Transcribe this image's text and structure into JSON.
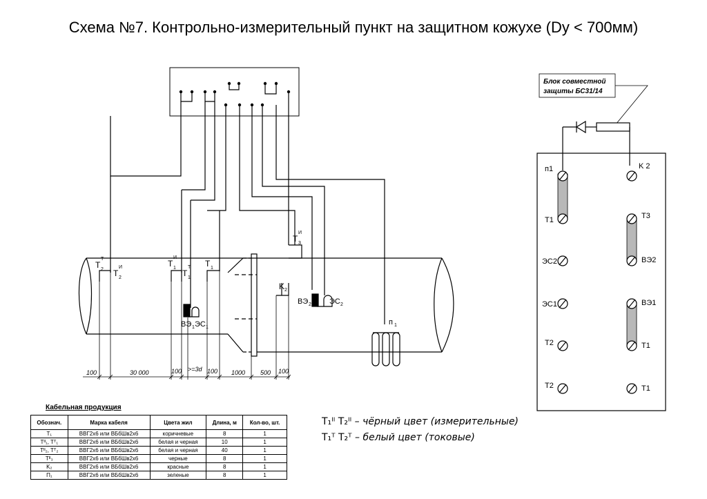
{
  "title": "Схема №7. Контрольно-измерительный пункт на защитном кожухе  (Dy < 700мм)",
  "block_label": [
    "Блок совместной",
    "защиты БС31/14"
  ],
  "pipe_labels": {
    "t2t": "T",
    "t2i": "T",
    "t1i": "T",
    "t1t": "T",
    "t1": "T",
    "t3": "T",
    "k2": "K",
    "vz1": "ВЭ",
    "es1": "ЭС",
    "vz2": "ВЭ",
    "es2": "ЭС",
    "p1": "п"
  },
  "dimensions": [
    "100",
    "30 000",
    "100",
    ">=3d",
    "100",
    "1000",
    "500",
    "100"
  ],
  "terminals_left": [
    "п1",
    "T1",
    "ЭС2",
    "ЭС1",
    "T2",
    "T2"
  ],
  "terminals_right": [
    "K 2",
    "T3",
    "ВЭ2",
    "ВЭ1",
    "T1",
    "T1"
  ],
  "cables": {
    "caption": "Кабельная продукция",
    "headers": [
      "Обознач.",
      "Марка кабеля",
      "Цвета жил",
      "Длина, м",
      "Кол-во, шт."
    ],
    "rows": [
      [
        "T₁",
        "ВВГ2х6 или ВБбШв2х6",
        "коричневые",
        "8",
        "1"
      ],
      [
        "Tᴵᴵ₁,  Tᵀ₁",
        "ВВГ2х6 или ВБбШв2х6",
        "белая и черная",
        "10",
        "1"
      ],
      [
        "Tᴵᴵ₂,  Tᵀ₂",
        "ВВГ2х6 или ВБбШв2х6",
        "белая и черная",
        "40",
        "1"
      ],
      [
        "Tᴵᴵ₃",
        "ВВГ2х6 или ВБбШв2х6",
        "черные",
        "8",
        "1"
      ],
      [
        "K₂",
        "ВВГ2х6 или ВБбШв2х6",
        "красные",
        "8",
        "1"
      ],
      [
        "П₁",
        "ВВГ2х6 или ВБбШв2х6",
        "зеленые",
        "8",
        "1"
      ]
    ]
  },
  "legend": [
    {
      "codes": "T₁ᴵᴵ T₂ᴵᴵ",
      "text": "– чёрный цвет (измерительные)"
    },
    {
      "codes": "T₁ᵀ T₂ᵀ",
      "text": "– белый цвет (токовые)"
    }
  ]
}
